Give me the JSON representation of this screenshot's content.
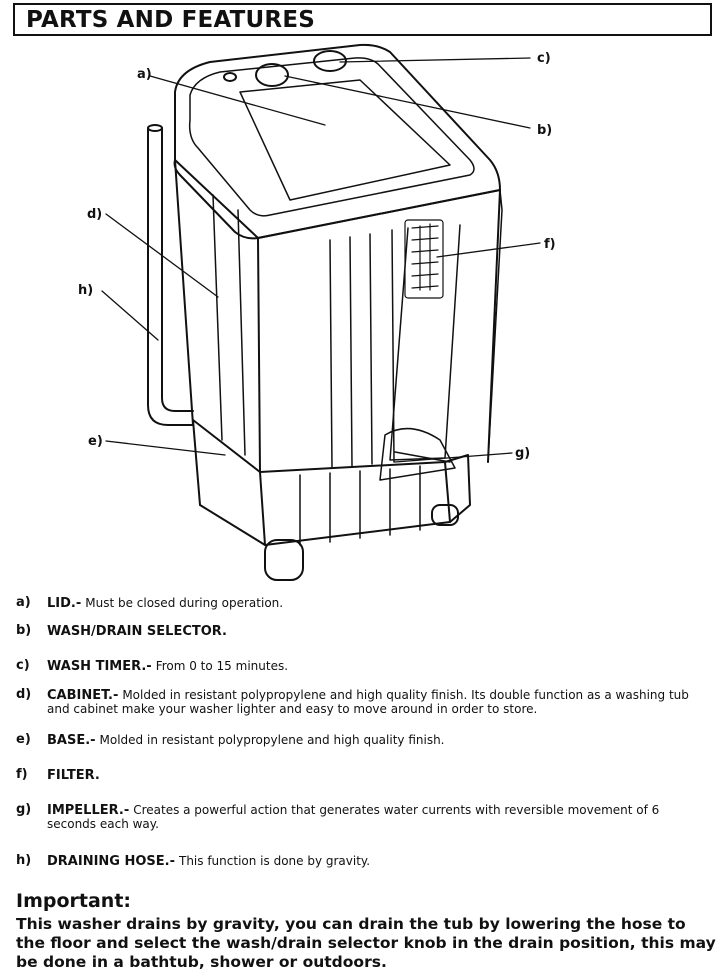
{
  "header": {
    "title": "PARTS AND FEATURES"
  },
  "diagram_labels": {
    "a": "a)",
    "b": "b)",
    "c": "c)",
    "d": "d)",
    "e": "e)",
    "f": "f)",
    "g": "g)",
    "h": "h)"
  },
  "features": [
    {
      "letter": "a)",
      "name": "LID.-",
      "desc": "Must be closed during operation."
    },
    {
      "letter": "b)",
      "name": "WASH/DRAIN SELECTOR.",
      "desc": ""
    },
    {
      "letter": "c)",
      "name": "WASH TIMER.-",
      "desc": "From 0 to 15 minutes."
    },
    {
      "letter": "d)",
      "name": "CABINET.-",
      "desc": "Molded in resistant polypropylene and high quality finish. Its double function as a washing tub and cabinet make your washer lighter and easy to move around in order to store."
    },
    {
      "letter": "e)",
      "name": "BASE.-",
      "desc": "Molded in resistant polypropylene and high quality finish."
    },
    {
      "letter": "f)",
      "name": "FILTER.",
      "desc": ""
    },
    {
      "letter": "g)",
      "name": "IMPELLER.-",
      "desc": "Creates a powerful action that generates water currents with reversible movement of 6 seconds each way."
    },
    {
      "letter": "h)",
      "name": "DRAINING HOSE.-",
      "desc": "This function is done by gravity."
    }
  ],
  "important": {
    "title": "Important:",
    "text": "This washer drains by gravity, you can drain the tub by lowering the hose to the floor and select the wash/drain selector knob in the drain position, this may be done in a bathtub, shower or outdoors."
  }
}
